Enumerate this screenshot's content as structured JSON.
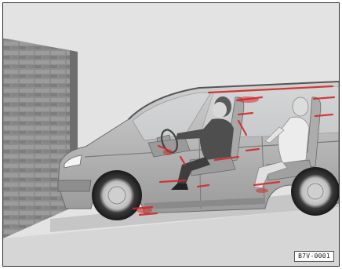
{
  "figure": {
    "code": "B7V-0001",
    "colors": {
      "background": "#e3e3e3",
      "floor": "#d4d4d4",
      "wall": "#8a8a8a",
      "vehicle_body": "#b8b8b8",
      "highlight": "#d42a2a",
      "occupant_skin": "#e6e6e6"
    },
    "subjects": [
      "brick-wall",
      "van-cutaway",
      "driver",
      "passenger",
      "airbag-highlights"
    ]
  }
}
